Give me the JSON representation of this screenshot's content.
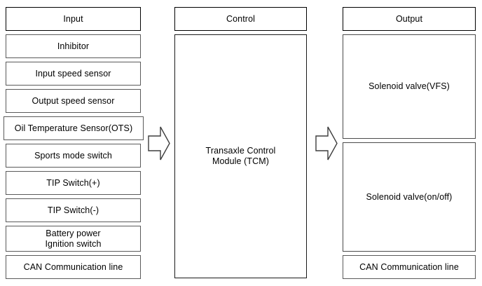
{
  "diagram": {
    "title": "Transaxle Control Module input / control / output block diagram",
    "background_color": "#ffffff",
    "line_color": "#5a5a5a",
    "header_line_color": "#000000",
    "text_color": "#000000"
  },
  "columns": {
    "input": {
      "header": "Input",
      "items": [
        "Inhibitor",
        "Input speed sensor",
        "Output speed sensor",
        "Oil Temperature Sensor(OTS)",
        "Sports mode switch",
        "TIP Switch(+)",
        "TIP Switch(-)",
        "Battery power\nIgnition switch",
        "CAN Communication line"
      ]
    },
    "control": {
      "header": "Control",
      "items": [
        "Transaxle Control\nModule (TCM)"
      ]
    },
    "output": {
      "header": "Output",
      "items": [
        "Solenoid valve(VFS)",
        "Solenoid valve(on/off)",
        "CAN Communication line"
      ]
    }
  },
  "arrows": [
    {
      "name": "input-to-control-arrow",
      "direction": "right"
    },
    {
      "name": "control-to-output-arrow",
      "direction": "right"
    }
  ]
}
